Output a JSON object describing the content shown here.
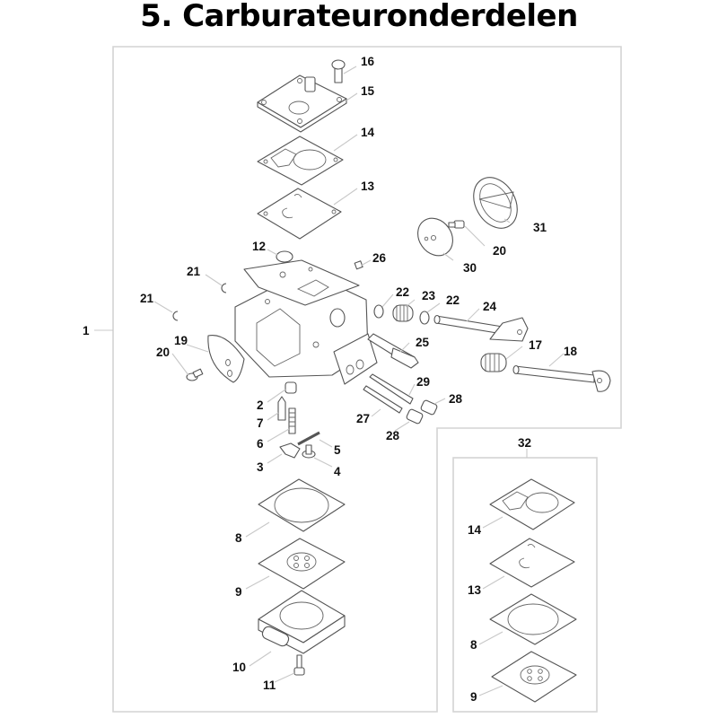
{
  "title": "5. Carburateuronderdelen",
  "diagram": {
    "type": "exploded-parts-diagram",
    "subject": "carburetor",
    "assembly_callout": "1",
    "kit_callout": "32",
    "callouts": [
      {
        "id": "16",
        "part": "cover screw"
      },
      {
        "id": "15",
        "part": "pump cover"
      },
      {
        "id": "14",
        "part": "pump gasket"
      },
      {
        "id": "13",
        "part": "pump diaphragm"
      },
      {
        "id": "12",
        "part": "plug"
      },
      {
        "id": "26",
        "part": "small block"
      },
      {
        "id": "21a",
        "label": "21",
        "part": "circlip"
      },
      {
        "id": "21b",
        "label": "21",
        "part": "circlip"
      },
      {
        "id": "19",
        "part": "throttle plate"
      },
      {
        "id": "20a",
        "label": "20",
        "part": "screw"
      },
      {
        "id": "31",
        "part": "choke valve"
      },
      {
        "id": "20b",
        "label": "20",
        "part": "screw"
      },
      {
        "id": "30",
        "part": "choke plate"
      },
      {
        "id": "22a",
        "label": "22",
        "part": "washer"
      },
      {
        "id": "23",
        "part": "spring"
      },
      {
        "id": "22b",
        "label": "22",
        "part": "washer"
      },
      {
        "id": "24",
        "part": "throttle shaft"
      },
      {
        "id": "25",
        "part": "adjusting screw"
      },
      {
        "id": "17",
        "part": "spring"
      },
      {
        "id": "18",
        "part": "choke shaft"
      },
      {
        "id": "29",
        "part": "needle"
      },
      {
        "id": "28a",
        "label": "28",
        "part": "sleeve"
      },
      {
        "id": "27",
        "part": "needle"
      },
      {
        "id": "28b",
        "label": "28",
        "part": "sleeve"
      },
      {
        "id": "2",
        "part": "inlet seat"
      },
      {
        "id": "7",
        "part": "inlet needle"
      },
      {
        "id": "6",
        "part": "spring"
      },
      {
        "id": "5",
        "part": "pin"
      },
      {
        "id": "3",
        "part": "lever"
      },
      {
        "id": "4",
        "part": "screw"
      },
      {
        "id": "8",
        "part": "gasket"
      },
      {
        "id": "9",
        "part": "metering diaphragm"
      },
      {
        "id": "10",
        "part": "metering cover"
      },
      {
        "id": "11",
        "part": "screw"
      },
      {
        "id": "32-14",
        "label": "14",
        "part": "kit gasket"
      },
      {
        "id": "32-13",
        "label": "13",
        "part": "kit diaphragm"
      },
      {
        "id": "32-8",
        "label": "8",
        "part": "kit gasket"
      },
      {
        "id": "32-9",
        "label": "9",
        "part": "kit diaphragm"
      }
    ]
  }
}
